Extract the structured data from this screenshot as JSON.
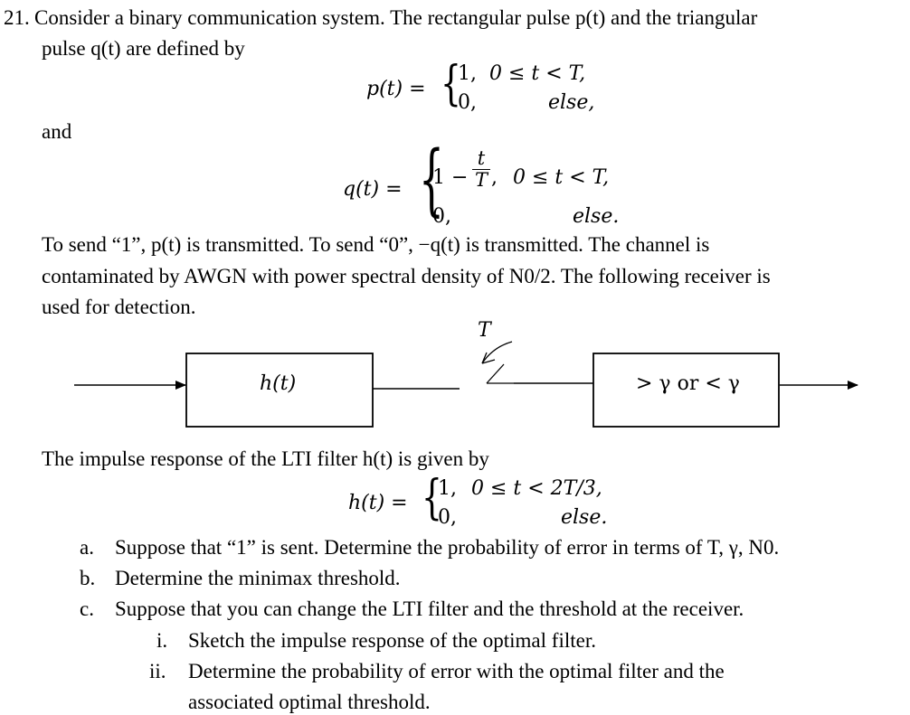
{
  "problem": {
    "number": "21.",
    "intro_line1": "Consider a binary communication system. The rectangular pulse p(t) and the triangular",
    "intro_line2": "pulse q(t) are defined by",
    "and_word": "and",
    "p_def": {
      "lhs": "p(t) =",
      "case1_val": "1,",
      "case1_cond": "0 ≤ t < T,",
      "case2_val": "0,",
      "case2_cond": "else,"
    },
    "q_def": {
      "lhs": "q(t) =",
      "case1_pre": "1 −",
      "case1_frac_num": "t",
      "case1_frac_den": "T",
      "case1_post": ",",
      "case1_cond": "0 ≤ t < T,",
      "case2_val": "0,",
      "case2_cond": "else."
    },
    "para2_line1": "To send “1”, p(t) is transmitted. To send “0”, −q(t) is transmitted. The channel is",
    "para2_line2": "contaminated by AWGN with power spectral density of N0/2. The following receiver is",
    "para2_line3": "used for detection.",
    "diagram": {
      "filter_label": "h(t)",
      "sampler_label": "T",
      "decision_label": "> γ or < γ"
    },
    "para3_line1": "The impulse response of the LTI filter h(t) is given by",
    "h_def": {
      "lhs": "h(t) =",
      "case1_val": "1,",
      "case1_cond": "0 ≤ t < 2T/3,",
      "case2_val": "0,",
      "case2_cond": "else."
    },
    "parts": [
      {
        "label": "a.",
        "text": "Suppose that “1” is sent. Determine the probability of error in terms of T, γ, N0."
      },
      {
        "label": "b.",
        "text": "Determine the minimax threshold."
      },
      {
        "label": "c.",
        "text": "Suppose that you can change the LTI filter and the threshold at the receiver."
      }
    ],
    "subparts": [
      {
        "label": "i.",
        "text": "Sketch the impulse response of the optimal filter."
      },
      {
        "label": "ii.",
        "text_line1": "Determine the probability of error with the optimal filter and the",
        "text_line2": "associated optimal threshold."
      }
    ]
  }
}
